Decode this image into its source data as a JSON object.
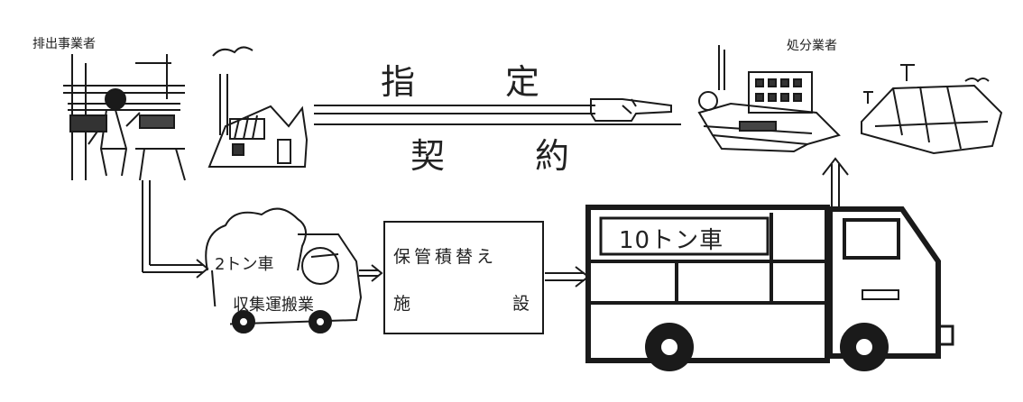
{
  "generator": {
    "label": "排出事業者"
  },
  "disposer": {
    "label": "処分業者"
  },
  "designation": {
    "char1": "指",
    "char2": "定"
  },
  "contract": {
    "char1": "契",
    "char2": "約"
  },
  "small_truck": {
    "label": "2トン車",
    "company": "収集運搬業"
  },
  "storage_facility": {
    "line1": "保管積替え",
    "line2_left": "施",
    "line2_right": "設"
  },
  "large_truck": {
    "label": "10トン車"
  }
}
